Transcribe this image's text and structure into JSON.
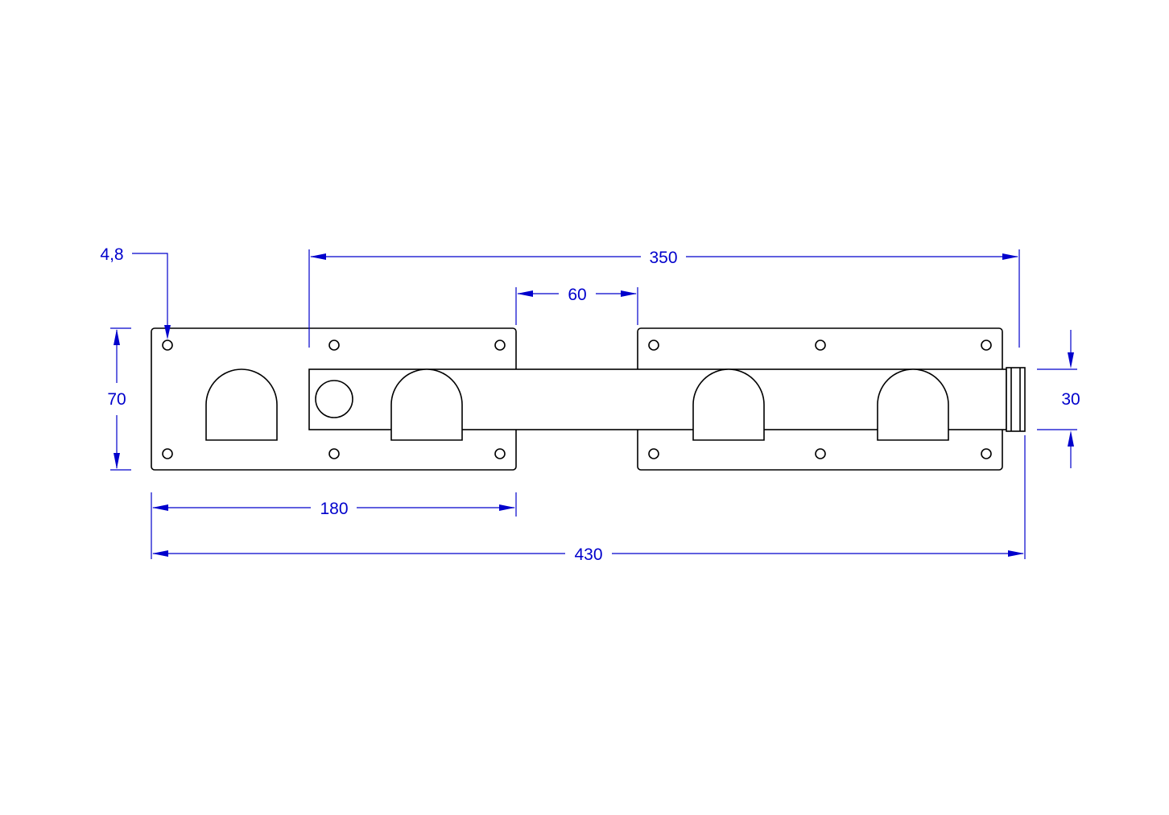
{
  "colors": {
    "part_stroke": "#000000",
    "dimension": "#0000cc",
    "background": "#ffffff"
  },
  "dimensions": {
    "hole_diameter": "4,8",
    "span_350": "350",
    "gap_60": "60",
    "height_70": "70",
    "width_180": "180",
    "total_430": "430",
    "bar_30": "30"
  }
}
